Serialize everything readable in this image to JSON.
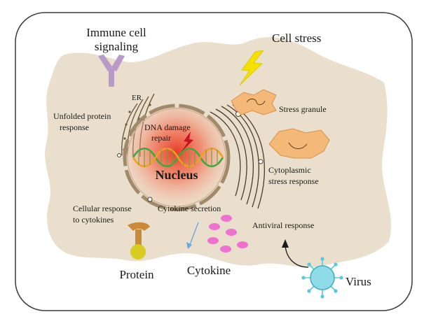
{
  "labels": {
    "immune_cell_signaling_1": "Immune cell",
    "immune_cell_signaling_2": "signaling",
    "cell_stress": "Cell stress",
    "er": "ER",
    "unfolded_protein_1": "Unfolded protein",
    "unfolded_protein_2": "response",
    "stress_granule": "Stress granule",
    "dna_damage_1": "DNA damage",
    "dna_damage_2": "repair",
    "nucleus": "Nucleus",
    "cytoplasmic_stress_1": "Cytoplasmic",
    "cytoplasmic_stress_2": "stress response",
    "cellular_response_1": "Cellular response",
    "cellular_response_2": "to cytokines",
    "cytokine_secretion": "Cytokine secretion",
    "antiviral_response": "Antiviral response",
    "protein": "Protein",
    "cytokine": "Cytokine",
    "virus": "Virus"
  },
  "colors": {
    "cell_body": "#eadfcc",
    "frame_border": "#3a3a3a",
    "nucleus_glow": "#ef4a3a",
    "nuclear_envelope": "#a08a6a",
    "dna_green": "#3aa840",
    "dna_orange": "#f0a020",
    "stress_granule": "#f4b878",
    "lightning": "#f5e000",
    "receptor": "#b79ac9",
    "protein_stem": "#c98a3a",
    "protein_ball": "#d8cc20",
    "cytokine_pink": "#f070d0",
    "virus_cyan": "#5ac8dc"
  }
}
